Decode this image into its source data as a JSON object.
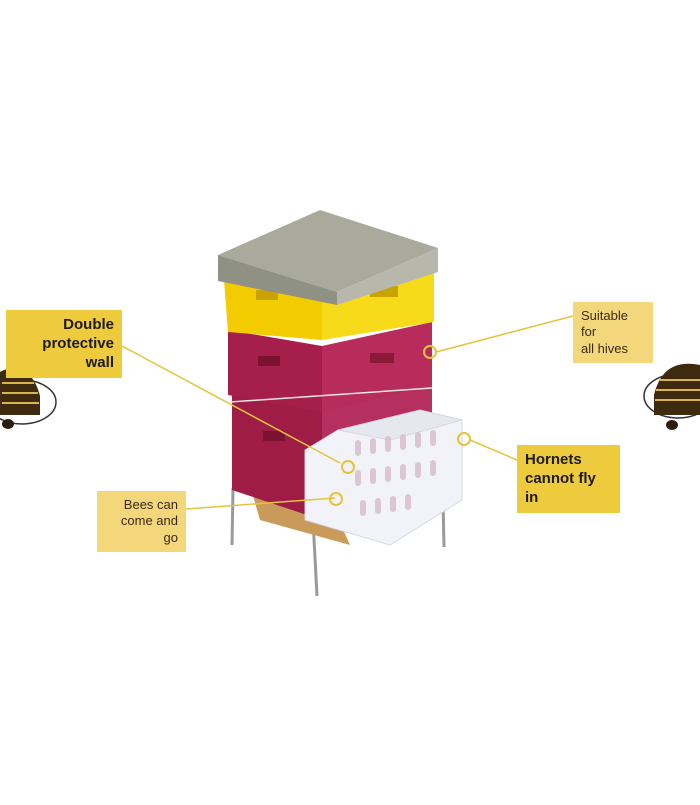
{
  "callouts": {
    "double_wall": [
      "Double",
      "protective wall"
    ],
    "bees": [
      "Bees can",
      "come and go"
    ],
    "suitable": [
      "Suitable for",
      "all hives"
    ],
    "hornets": [
      "Hornets",
      "cannot fly in"
    ]
  },
  "colors": {
    "callout_bold": "#eecb3d",
    "callout_light": "#f3d77a",
    "leader_line": "#e5c43c",
    "lid": "#a6a799",
    "yellow_box": "#f6d000",
    "magenta_box": "#a61e4b",
    "guard_plastic": "#eef0f6"
  },
  "icons": [
    "hornet-icon-left",
    "hornet-icon-right"
  ]
}
